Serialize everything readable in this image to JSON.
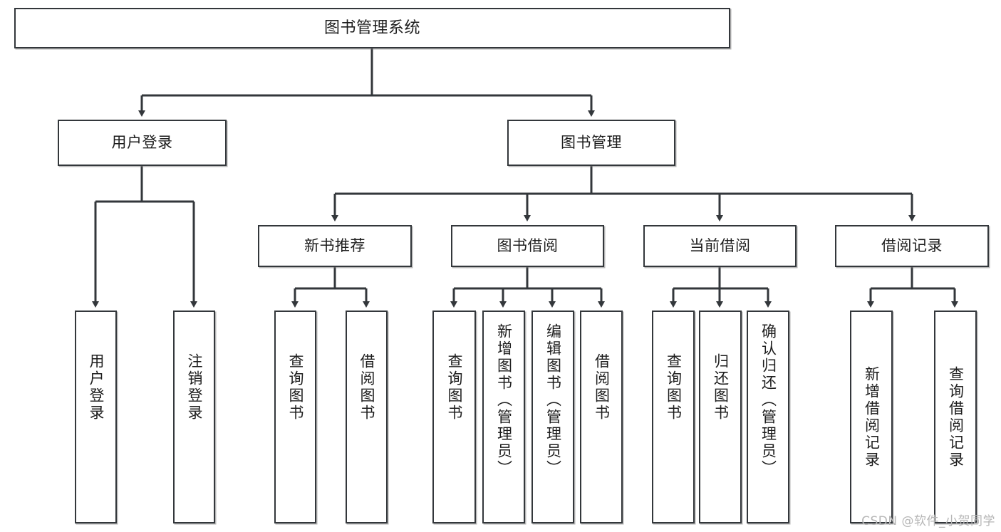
{
  "diagram": {
    "type": "tree",
    "title": "图书管理系统",
    "watermark": "CSDN @软件_小贺同学",
    "colors": {
      "box_border": "#33373b",
      "box_fill": "#ffffff",
      "edge": "#33373b",
      "text": "#1d1d1d",
      "watermark": "#b6b6b6",
      "background": "#ffffff"
    },
    "nodes": {
      "root": {
        "label": "图书管理系统"
      },
      "level2": [
        {
          "id": "user-login",
          "label": "用户登录"
        },
        {
          "id": "book-management",
          "label": "图书管理"
        }
      ],
      "level3": [
        {
          "id": "new-book-recommend",
          "label": "新书推荐"
        },
        {
          "id": "book-borrow",
          "label": "图书借阅"
        },
        {
          "id": "current-borrow",
          "label": "当前借阅"
        },
        {
          "id": "borrow-record",
          "label": "借阅记录"
        }
      ],
      "leaves": {
        "user-login": [
          {
            "id": "leaf-user-login",
            "label": "用户登录"
          },
          {
            "id": "leaf-logout",
            "label": "注销登录"
          }
        ],
        "new-book-recommend": [
          {
            "id": "leaf-query-book-1",
            "label": "查询图书"
          },
          {
            "id": "leaf-borrow-book-1",
            "label": "借阅图书"
          }
        ],
        "book-borrow": [
          {
            "id": "leaf-query-book-2",
            "label": "查询图书"
          },
          {
            "id": "leaf-add-book",
            "label": "新增图书（管理员）"
          },
          {
            "id": "leaf-edit-book",
            "label": "编辑图书（管理员）"
          },
          {
            "id": "leaf-borrow-book-2",
            "label": "借阅图书"
          }
        ],
        "current-borrow": [
          {
            "id": "leaf-query-book-3",
            "label": "查询图书"
          },
          {
            "id": "leaf-return-book",
            "label": "归还图书"
          },
          {
            "id": "leaf-confirm-return",
            "label": "确认归还（管理员）"
          }
        ],
        "borrow-record": [
          {
            "id": "leaf-add-record",
            "label": "新增借阅记录"
          },
          {
            "id": "leaf-query-record",
            "label": "查询借阅记录"
          }
        ]
      }
    }
  }
}
